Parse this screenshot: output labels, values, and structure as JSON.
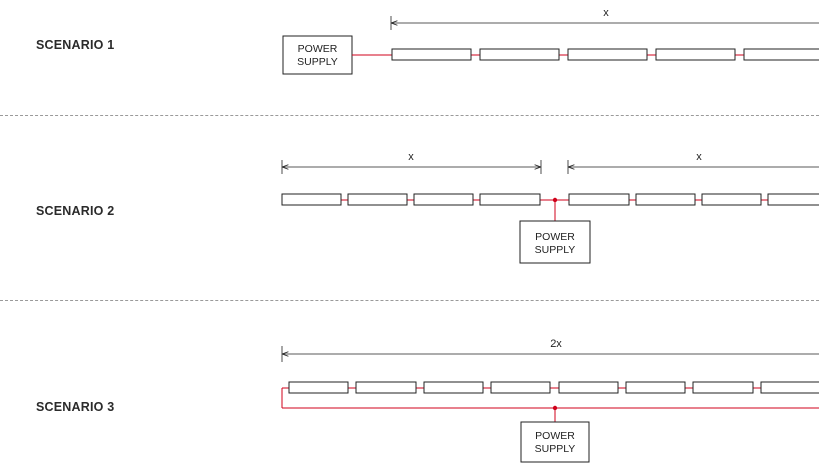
{
  "scenarios": [
    {
      "label": "SCENARIO 1",
      "dimension": "x",
      "power_supply": [
        "POWER",
        "SUPPLY"
      ]
    },
    {
      "label": "SCENARIO 2",
      "dimension_left": "x",
      "dimension_right": "x",
      "power_supply": [
        "POWER",
        "SUPPLY"
      ]
    },
    {
      "label": "SCENARIO 3",
      "dimension": "2x",
      "power_supply": [
        "POWER",
        "SUPPLY"
      ]
    }
  ],
  "colors": {
    "wire": "#d0021b",
    "outline": "#222222",
    "divider": "#9a9a9a"
  }
}
